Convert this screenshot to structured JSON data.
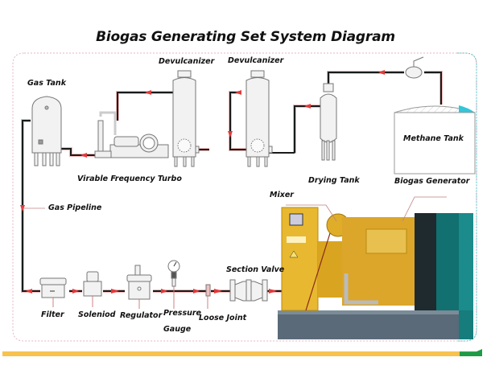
{
  "title": "Biogas Generating Set System Diagram",
  "components": {
    "gas_tank": "Gas Tank",
    "turbo": "Virable Frequency Turbo",
    "devulcanizer_1": "Devulcanizer",
    "devulcanizer_2": "Devulcanizer",
    "drying_tank": "Drying Tank",
    "methane_tank": "Methane Tank",
    "biogas_generator": "Biogas Generator",
    "mixer": "Mixer",
    "gas_pipeline": "Gas Pipeline",
    "filter": "Filter",
    "solenoid": "Soleniod",
    "regulator": "Regulator",
    "pressure_gauge_1": "Pressure",
    "pressure_gauge_2": "Gauge",
    "loose_joint": "Loose Joint",
    "section_valve": "Section Valve"
  },
  "colors": {
    "pipe": "#1a1a1a",
    "pipe_glow": "#e9a3a3",
    "arrow": "#e23a3a",
    "frame_dots": "#e4b6c2",
    "frame_teal": "#5cc3c9",
    "bar_yellow": "#f8c24e",
    "bar_green": "#1f9a46",
    "generator_yellow": "#e8b830"
  }
}
